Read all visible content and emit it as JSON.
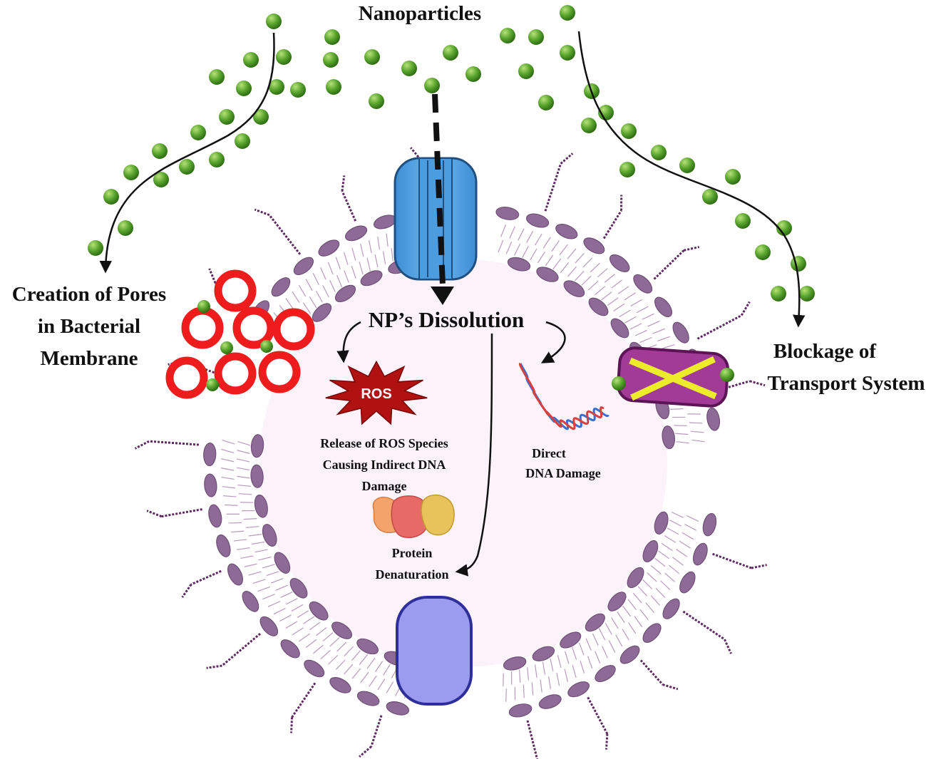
{
  "labels": {
    "nanoparticles": "Nanoparticles",
    "pores_line1": "Creation of Pores",
    "pores_line2": "in Bacterial",
    "pores_line3": "Membrane",
    "blockage_line1": "Blockage of",
    "blockage_line2": "Transport System",
    "dissolution": "NP’s Dissolution",
    "ros_badge": "ROS",
    "ros_line1": "Release of ROS Species",
    "ros_line2": "Causing Indirect DNA",
    "ros_line3": "Damage",
    "dna_line1": "Direct",
    "dna_line2": "DNA Damage",
    "protein_line1": "Protein",
    "protein_line2": "Denaturation"
  },
  "colors": {
    "nanoparticle": "#5aa52e",
    "membrane_head": "#8e6a96",
    "membrane_stroke": "#6e4f76",
    "cytoplasm": "#fbf2fa",
    "pore_ring": "#ee1c1c",
    "channel_blue": "#5aa9e6",
    "channel_violet": "#9b9bef",
    "transporter": "#a23b98",
    "block_cross": "#ecec2a",
    "ros_burst": "#b01212"
  },
  "icons": [
    "nanoparticle-icon",
    "pore-icon",
    "ion-channel-icon",
    "porin-channel-icon",
    "blocked-transporter-icon",
    "ros-burst-icon",
    "dna-strand-icon",
    "protein-icon",
    "arrow-icon"
  ]
}
